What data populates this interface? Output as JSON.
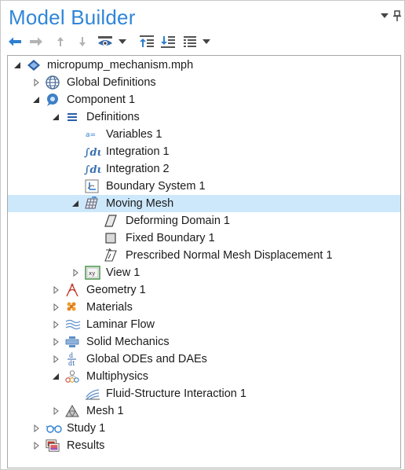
{
  "window": {
    "title": "Model Builder"
  },
  "toolbar": {
    "buttons": [
      {
        "icon": "back-arrow-icon"
      },
      {
        "icon": "forward-arrow-icon"
      },
      {
        "icon": "move-up-icon"
      },
      {
        "icon": "move-down-icon"
      },
      {
        "icon": "show-eye-icon"
      },
      {
        "icon": "collapse-all-icon"
      },
      {
        "icon": "expand-all-icon"
      },
      {
        "icon": "tree-options-icon"
      }
    ]
  },
  "tree": {
    "items": [
      {
        "label": "micropump_mechanism.mph",
        "icon": "model-file-icon",
        "state": "expanded"
      },
      {
        "label": "Global Definitions",
        "icon": "globe-icon",
        "state": "collapsed"
      },
      {
        "label": "Component 1",
        "icon": "component-icon",
        "state": "expanded"
      },
      {
        "label": "Definitions",
        "icon": "definitions-list-icon",
        "state": "expanded"
      },
      {
        "label": "Variables 1",
        "icon": "variables-icon",
        "state": "leaf"
      },
      {
        "label": "Integration 1",
        "icon": "integration-icon",
        "state": "leaf"
      },
      {
        "label": "Integration 2",
        "icon": "integration-icon",
        "state": "leaf"
      },
      {
        "label": "Boundary System 1",
        "icon": "boundary-system-icon",
        "state": "leaf"
      },
      {
        "label": "Moving Mesh",
        "icon": "moving-mesh-icon",
        "state": "expanded",
        "selected": true
      },
      {
        "label": "Deforming Domain 1",
        "icon": "deforming-domain-icon",
        "state": "leaf"
      },
      {
        "label": "Fixed Boundary 1",
        "icon": "fixed-boundary-icon",
        "state": "leaf"
      },
      {
        "label": "Prescribed Normal Mesh Displacement 1",
        "icon": "prescribed-displacement-icon",
        "state": "leaf"
      },
      {
        "label": "View 1",
        "icon": "view-icon",
        "state": "collapsed"
      },
      {
        "label": "Geometry 1",
        "icon": "geometry-icon",
        "state": "collapsed"
      },
      {
        "label": "Materials",
        "icon": "materials-icon",
        "state": "collapsed"
      },
      {
        "label": "Laminar Flow",
        "icon": "laminar-flow-icon",
        "state": "collapsed"
      },
      {
        "label": "Solid Mechanics",
        "icon": "solid-mechanics-icon",
        "state": "collapsed"
      },
      {
        "label": "Global ODEs and DAEs",
        "icon": "odes-icon",
        "state": "collapsed"
      },
      {
        "label": "Multiphysics",
        "icon": "multiphysics-icon",
        "state": "expanded"
      },
      {
        "label": "Fluid-Structure Interaction 1",
        "icon": "fsi-icon",
        "state": "leaf"
      },
      {
        "label": "Mesh 1",
        "icon": "mesh-icon",
        "state": "collapsed"
      },
      {
        "label": "Study 1",
        "icon": "study-icon",
        "state": "collapsed"
      },
      {
        "label": "Results",
        "icon": "results-icon",
        "state": "collapsed"
      }
    ]
  },
  "colors": {
    "title": "#2f86d8",
    "selection": "#cde8fb",
    "accent_blue": "#2e7fd0"
  }
}
